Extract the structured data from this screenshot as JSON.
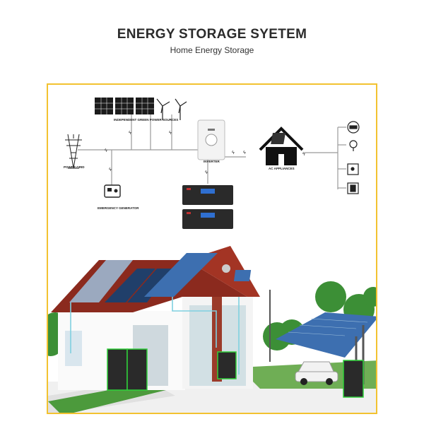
{
  "header": {
    "title": "ENERGY STORAGE SYETEM",
    "subtitle": "Home Energy Storage"
  },
  "diagram": {
    "labels": {
      "green_sources": "INDEPENDENT GREEN POWER SOURCES",
      "power_grid": "POWER GRID",
      "inverter": "INVERTER",
      "ac_appliances": "AC APPLIANCES",
      "emergency_generator": "EMERGENCY GENERATOR"
    }
  },
  "colors": {
    "frame_border": "#f2c230",
    "wire": "#9a9a9a",
    "roof": "#8b2a1e",
    "solar_panel": "#3d6fb0",
    "battery": "#2a2a2a",
    "battery_highlight": "#2fd13a",
    "sky_pipe": "#7fd0e0"
  }
}
